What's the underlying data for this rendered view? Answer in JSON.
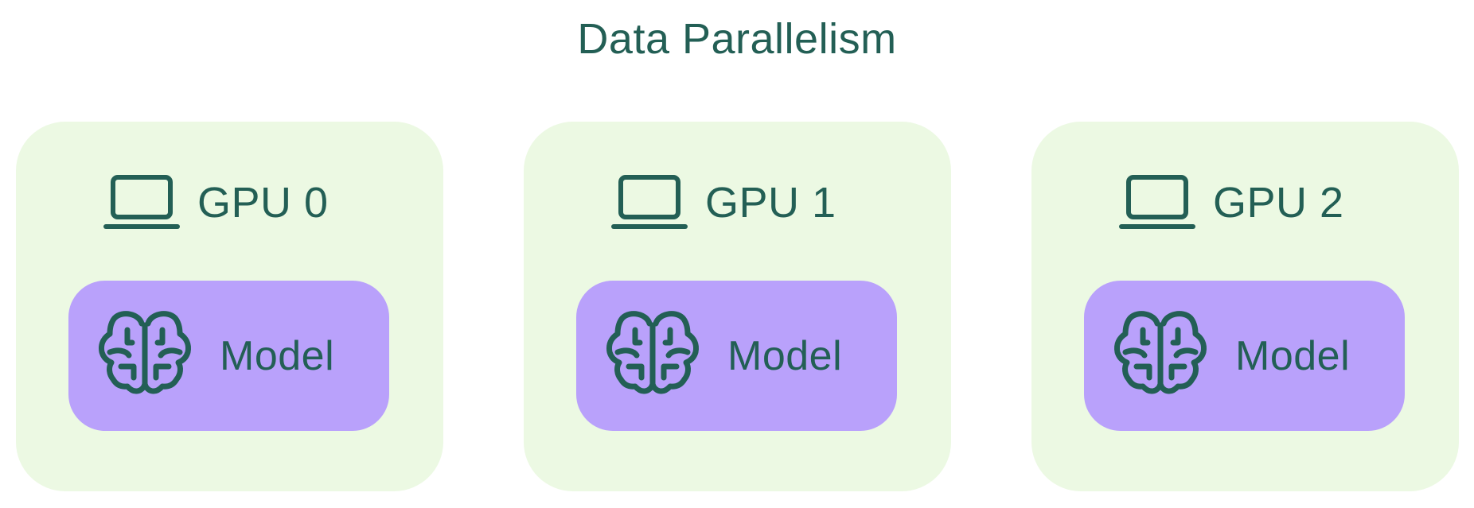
{
  "title": "Data Parallelism",
  "colors": {
    "ink": "#235f55",
    "gpu_panel": "#ecf9e3",
    "model_box": "#b9a1fb",
    "background": "#ffffff"
  },
  "icons": {
    "device": "laptop-icon",
    "model": "brain-icon"
  },
  "gpus": [
    {
      "label": "GPU 0",
      "model_label": "Model"
    },
    {
      "label": "GPU 1",
      "model_label": "Model"
    },
    {
      "label": "GPU 2",
      "model_label": "Model"
    }
  ]
}
